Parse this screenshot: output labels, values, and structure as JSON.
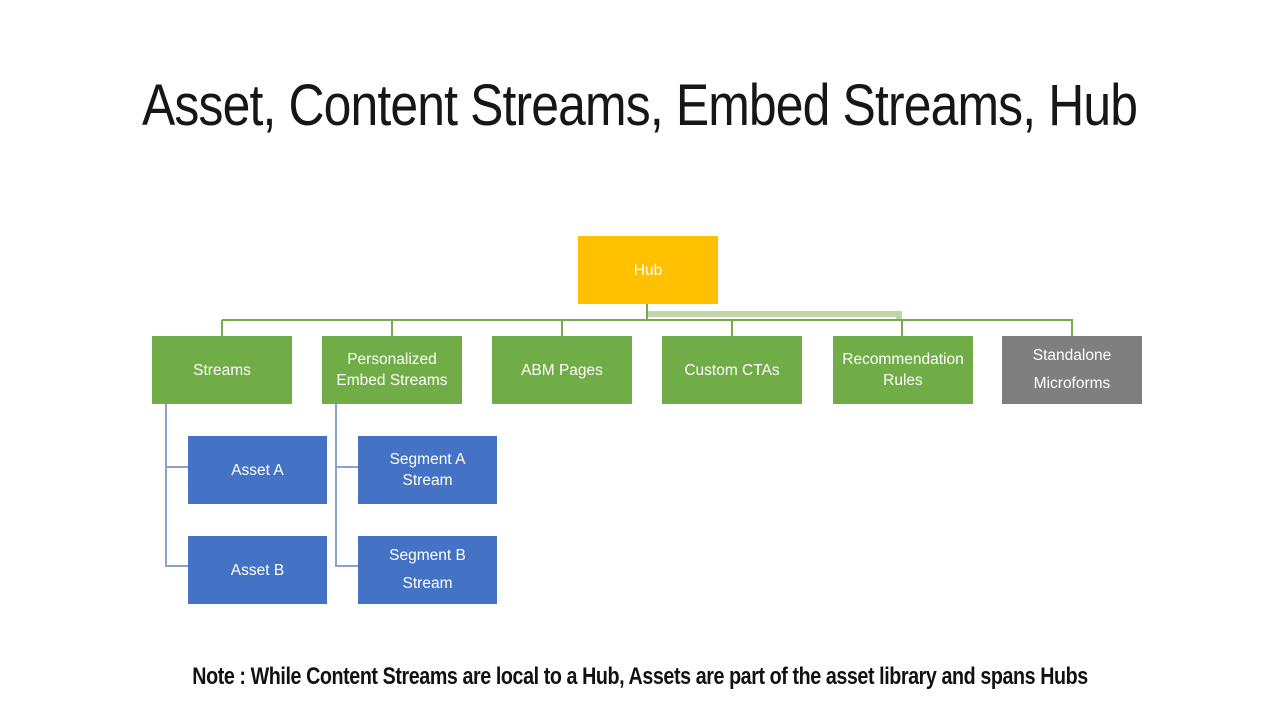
{
  "title": "Asset, Content Streams, Embed Streams, Hub",
  "note": "Note : While Content Streams are local to a Hub, Assets are part of the asset library and spans Hubs",
  "colors": {
    "hub_fill": "#FFC000",
    "level2_fill": "#70AD47",
    "standalone_fill": "#7F7F7F",
    "level3_fill": "#4472C4",
    "connector_green": "#79A851",
    "connector_green_light": "#BCD8A6",
    "connector_blue": "#8AA2C8",
    "box_text": "#FFFFFF",
    "title_text": "#161616"
  },
  "nodes": {
    "hub": {
      "label": "Hub"
    },
    "streams": {
      "label": "Streams"
    },
    "personalized": {
      "lines": [
        "Personalized",
        "Embed Streams"
      ]
    },
    "abm": {
      "label": "ABM Pages"
    },
    "ctas": {
      "label": "Custom CTAs"
    },
    "recommendation": {
      "lines": [
        "Recommendation",
        "Rules"
      ]
    },
    "standalone": {
      "lines": [
        "Standalone",
        "Microforms"
      ]
    },
    "asset_a": {
      "label": "Asset A"
    },
    "asset_b": {
      "label": "Asset B"
    },
    "segment_a": {
      "lines": [
        "Segment A",
        "Stream"
      ]
    },
    "segment_b": {
      "lines": [
        "Segment B",
        "Stream"
      ]
    }
  }
}
